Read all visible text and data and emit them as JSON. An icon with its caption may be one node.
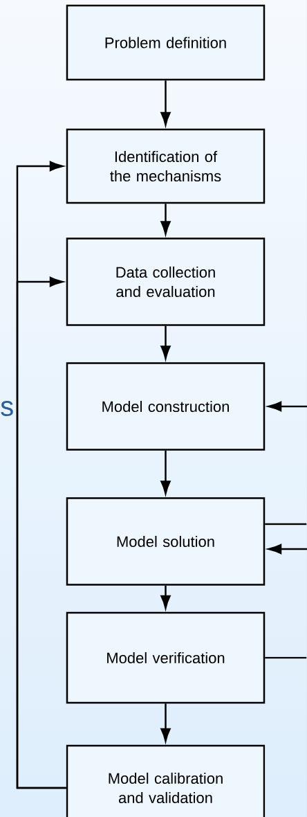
{
  "diagram": {
    "nodes": [
      {
        "text": [
          "Problem definition"
        ]
      },
      {
        "text": [
          "Identification of the mechanisms"
        ]
      },
      {
        "text": [
          "Data collection and evaluation"
        ]
      },
      {
        "text": [
          "Model construction"
        ]
      },
      {
        "text": [
          "Model solution"
        ]
      },
      {
        "text": [
          "Model verification"
        ]
      },
      {
        "text": [
          "Model calibration and validation"
        ]
      }
    ],
    "edges": [
      {
        "from": 0,
        "to": 1,
        "arrow": "to"
      },
      {
        "from": 1,
        "to": 2,
        "arrow": "to"
      },
      {
        "from": 2,
        "to": 3,
        "arrow": "to"
      },
      {
        "from": 3,
        "to": 4,
        "arrow": "to"
      },
      {
        "from": 4,
        "to": 5,
        "arrow": "to"
      },
      {
        "from": 5,
        "to": 6,
        "arrow": "to"
      },
      {
        "from": 6,
        "to": 1,
        "arrow": "to"
      },
      {
        "from": 6,
        "to": 2,
        "arrow": "to"
      },
      {
        "from": null,
        "to": 3,
        "arrow": "to"
      },
      {
        "from": 4,
        "to": null,
        "arrow": "none"
      },
      {
        "from": null,
        "to": 4,
        "arrow": "to"
      },
      {
        "from": 5,
        "to": null,
        "arrow": "none"
      }
    ],
    "labels": [
      "s"
    ]
  }
}
